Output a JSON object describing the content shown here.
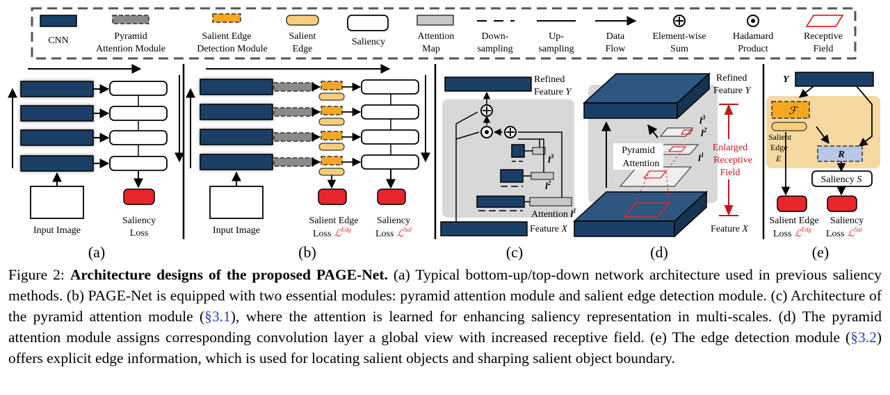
{
  "legend": {
    "cnn": "CNN",
    "pyramid_attention_1": "Pyramid",
    "pyramid_attention_2": "Attention Module",
    "salient_edge_module_1": "Salient Edge",
    "salient_edge_module_2": "Detection Module",
    "salient_edge_1": "Salient",
    "salient_edge_2": "Edge",
    "saliency": "Saliency",
    "attention_map_1": "Attention",
    "attention_map_2": "Map",
    "downsampling_1": "Down-",
    "downsampling_2": "sampling",
    "upsampling_1": "Up-",
    "upsampling_2": "sampling",
    "data_flow_1": "Data",
    "data_flow_2": "Flow",
    "element_sum_1": "Element-wise",
    "element_sum_2": "Sum",
    "hadamard_1": "Hadamard",
    "hadamard_2": "Product",
    "receptive_1": "Receptive",
    "receptive_2": "Field"
  },
  "panel_a": {
    "input_image": "Input Image",
    "saliency_loss_1": "Saliency",
    "saliency_loss_2": "Loss",
    "label": "(a)"
  },
  "panel_b": {
    "input_image": "Input Image",
    "edge_loss_1": "Salient Edge",
    "edge_loss_2": "Loss",
    "edge_loss_sym": "ℒ",
    "edge_loss_sup": "Edg",
    "sal_loss_1": "Saliency",
    "sal_loss_2": "Loss",
    "sal_loss_sym": "ℒ",
    "sal_loss_sup": "Sal",
    "label": "(b)"
  },
  "panel_c": {
    "refined_1": "Refined",
    "refined_2": "Feature",
    "refined_var": "Y",
    "feature": "Feature",
    "feature_var": "X",
    "attention": "Attention",
    "l1": "l",
    "l1_sup": "1",
    "l2": "l",
    "l2_sup": "2",
    "l3": "l",
    "l3_sup": "3",
    "label": "(c)"
  },
  "panel_d": {
    "refined_1": "Refined",
    "refined_2": "Feature",
    "refined_var": "Y",
    "feature": "Feature",
    "feature_var": "X",
    "pyramid_1": "Pyramid",
    "pyramid_2": "Attention",
    "enlarged_1": "Enlarged",
    "enlarged_2": "Receptive",
    "enlarged_3": "Field",
    "l1": "l",
    "l1_sup": "1",
    "l2": "l",
    "l2_sup": "2",
    "l3": "l",
    "l3_sup": "3",
    "label": "(d)"
  },
  "panel_e": {
    "y": "Y",
    "f": "ℱ",
    "r": "R",
    "salient_edge_1": "Salient",
    "salient_edge_2": "Edge",
    "salient_edge_var": "E",
    "saliency": "Saliency",
    "saliency_var": "S",
    "edge_loss_1": "Salient Edge",
    "edge_loss_2": "Loss",
    "edge_loss_sym": "ℒ",
    "edge_loss_sup": "Edg",
    "sal_loss_1": "Saliency",
    "sal_loss_2": "Loss",
    "sal_loss_sym": "ℒ",
    "sal_loss_sup": "Sal",
    "label": "(e)"
  },
  "caption": {
    "prefix": "Figure 2: ",
    "bold": "Architecture designs of the proposed PAGE-Net.",
    "part1": " (a) Typical bottom-up/top-down network architecture used in previous saliency methods.  (b) PAGE-Net is equipped with two essential modules:  pyramid attention module and salient edge detection module. (c) Architecture of the pyramid attention module (",
    "ref1": "§3.1",
    "part2": "), where the attention is learned for enhancing saliency representation in multi-scales.  (d) The pyramid attention module assigns corresponding convolution layer a global view with increased receptive field. (e) The edge detection module (",
    "ref2": "§3.2",
    "part3": ") offers explicit edge information, which is used for locating salient objects and sharping salient object boundary."
  },
  "colors": {
    "cnn": "#1b3f66",
    "edge": "#f5a623",
    "edge_light": "#f7cf7a",
    "red": "#e8252a",
    "gray": "#8a8a8a",
    "panel_bg": "#d8d8d8",
    "module_bg": "#f6d9a0"
  }
}
